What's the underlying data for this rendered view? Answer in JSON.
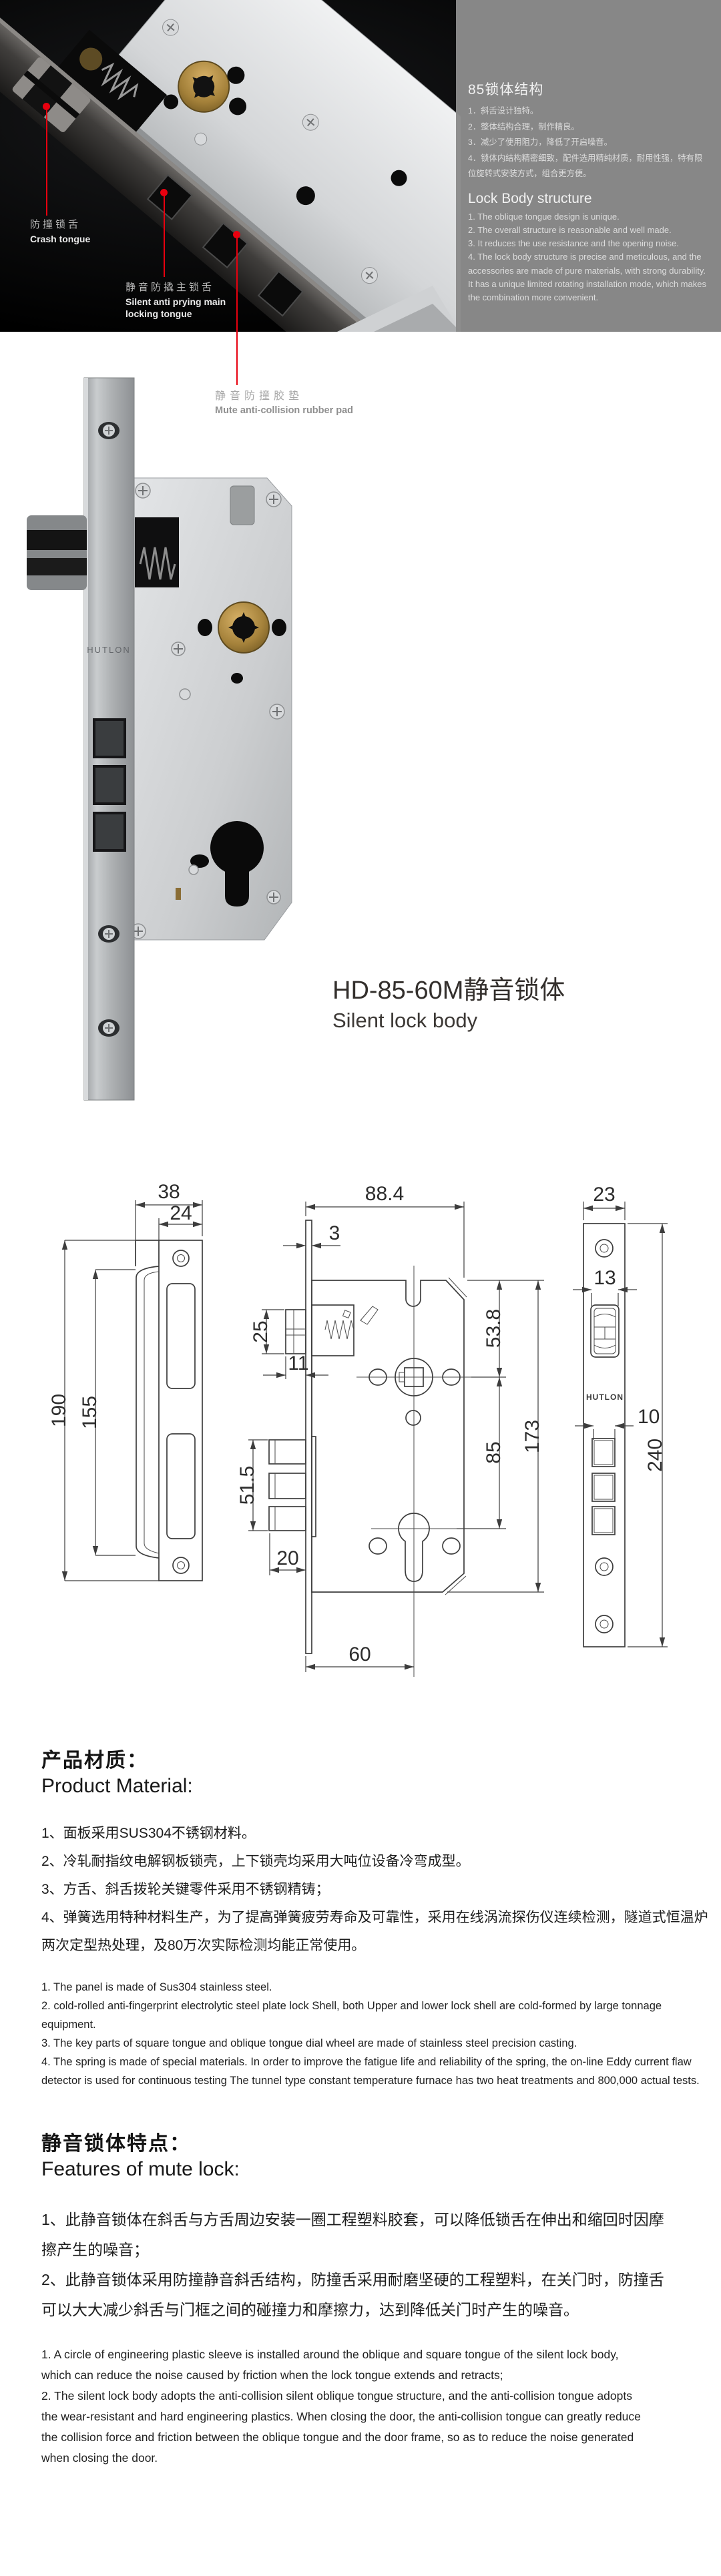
{
  "hero": {
    "panel": {
      "cn_title": "85锁体结构",
      "cn_items": [
        "1．斜舌设计独特。",
        "2．整体结构合理，制作精良。",
        "3．减少了使用阻力，降低了开启噪音。",
        "4．锁体内结构精密细致，配件选用精纯材质，耐用性强，特有限位旋转式安装方式，组合更方便。"
      ],
      "en_title": "Lock Body structure",
      "en_items": [
        "1. The oblique tongue design is unique.",
        "2. The overall structure is reasonable and well made.",
        "3. It reduces the use resistance and the opening noise.",
        "4. The lock body structure is precise and meticulous, and the accessories are made of pure materials, with strong durability. It has a unique limited rotating installation mode, which makes the combination more convenient."
      ]
    },
    "callouts": [
      {
        "cn": "防撞锁舌",
        "en": "Crash tongue"
      },
      {
        "cn": "静音防撬主锁舌",
        "en": "Silent anti prying main locking tongue"
      },
      {
        "cn": "静音防撞胶垫",
        "en": "Mute anti-collision rubber pad"
      }
    ]
  },
  "product": {
    "brand": "HUTLON",
    "title_cn": "HD-85-60M静音锁体",
    "title_en": "Silent lock body"
  },
  "drawings": {
    "left_view": {
      "width_total": "38",
      "width_plate": "24",
      "height_total": "190",
      "height_lip": "155"
    },
    "front_view": {
      "case_width": "88.4",
      "faceplate_thickness": "3",
      "latch_height": "25",
      "latch_depth": "11",
      "top_to_hub": "53.8",
      "hub_to_cylinder": "85",
      "case_height": "173",
      "deadbolt_height": "51.5",
      "deadbolt_throw": "20",
      "backset": "60"
    },
    "side_view": {
      "plate_width": "23",
      "latch_width": "13",
      "bolt_width": "10",
      "plate_height": "240"
    }
  },
  "material": {
    "title_cn": "产品材质：",
    "title_en": "Product Material:",
    "cn_items": [
      "1、面板采用SUS304不锈钢材料。",
      "2、冷轧耐指纹电解钢板锁壳，上下锁壳均采用大吨位设备冷弯成型。",
      "3、方舌、斜舌拨轮关键零件采用不锈钢精铸；",
      "4、弹簧选用特种材料生产，为了提高弹簧疲劳寿命及可靠性，采用在线涡流探伤仪连续检测，隧道式恒温炉两次定型热处理，及80万次实际检测均能正常使用。"
    ],
    "en_items": [
      "1. The panel is made of Sus304 stainless steel.",
      "2. cold-rolled anti-fingerprint electrolytic steel plate lock Shell, both Upper and lower lock shell are cold-formed by large tonnage equipment.",
      "3. The key parts of square tongue and oblique tongue dial wheel are made of stainless steel precision casting.",
      "4. The spring is made of special materials. In order to improve the fatigue life and reliability of the spring, the on-line Eddy current flaw detector is used for continuous testing The tunnel type constant temperature furnace has two heat treatments and 800,000 actual tests."
    ]
  },
  "features": {
    "title_cn": "静音锁体特点：",
    "title_en": "Features of mute lock:",
    "cn_items": [
      "1、此静音锁体在斜舌与方舌周边安装一圈工程塑料胶套，可以降低锁舌在伸出和缩回时因摩擦产生的噪音；",
      "2、此静音锁体采用防撞静音斜舌结构，防撞舌采用耐磨坚硬的工程塑料，在关门时，防撞舌可以大大减少斜舌与门框之间的碰撞力和摩擦力，达到降低关门时产生的噪音。"
    ],
    "en_items": [
      "1. A circle of engineering plastic sleeve is installed around the oblique and square tongue of the silent lock body, which can reduce the noise caused by friction when the lock tongue extends and retracts;",
      "2. The silent lock body adopts the anti-collision silent oblique tongue structure, and the anti-collision tongue adopts the wear-resistant and hard engineering plastics. When closing the door, the anti-collision tongue can greatly reduce the collision force and friction between the oblique tongue and the door frame, so as to reduce the noise generated when closing the door."
    ]
  },
  "colors": {
    "accent_red": "#e8000f",
    "panel_grey": "#8b8b8b",
    "steel_light": "#d9dbdd",
    "brass": "#b98d3e"
  }
}
